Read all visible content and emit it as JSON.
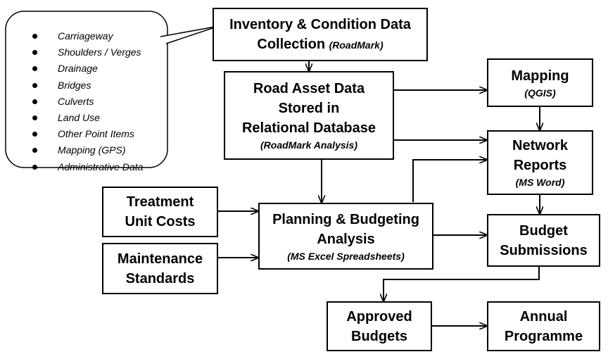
{
  "callout": {
    "items": [
      "Carriageway",
      "Shoulders / Verges",
      "Drainage",
      "Bridges",
      "Culverts",
      "Land Use",
      "Other Point Items",
      "Mapping (GPS)",
      "Administrative Data"
    ]
  },
  "boxes": {
    "inventory": {
      "title_line1": "Inventory & Condition Data",
      "title_line2": "Collection",
      "sub": "(RoadMark)"
    },
    "road_asset": {
      "title": "Road Asset Data\nStored in\nRelational Database",
      "sub": "(RoadMark Analysis)"
    },
    "mapping": {
      "title": "Mapping",
      "sub": "(QGIS)"
    },
    "network_reports": {
      "title": "Network\nReports",
      "sub": "(MS Word)"
    },
    "treatment_costs": {
      "title": "Treatment\nUnit Costs"
    },
    "maintenance_standards": {
      "title": "Maintenance\nStandards"
    },
    "planning": {
      "title": "Planning & Budgeting\nAnalysis",
      "sub": "(MS Excel Spreadsheets)"
    },
    "budget_submissions": {
      "title": "Budget\nSubmissions"
    },
    "approved_budgets": {
      "title": "Approved\nBudgets"
    },
    "annual_programme": {
      "title": "Annual\nProgramme"
    }
  }
}
